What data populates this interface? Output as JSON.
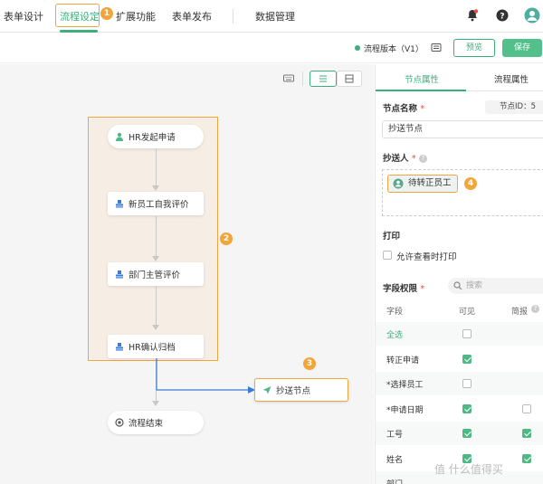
{
  "nav": {
    "tabs": [
      "表单设计",
      "流程设定",
      "扩展功能",
      "表单发布",
      "数据管理"
    ],
    "active_index": 1,
    "badge1": "1"
  },
  "toolbar": {
    "version": "流程版本（V1）",
    "preview": "预览",
    "save": "保存"
  },
  "flow": {
    "nodes": [
      "HR发起申请",
      "新员工自我评价",
      "部门主管评价",
      "HR确认归档"
    ],
    "cc_node": "抄送节点",
    "end_node": "流程结束",
    "badge2": "2",
    "badge3": "3"
  },
  "panel": {
    "tabs": [
      "节点属性",
      "流程属性"
    ],
    "node_name_label": "节点名称",
    "required_mark": "*",
    "node_id": "节点ID：5",
    "node_name_value": "抄送节点",
    "recipients_label": "抄送人",
    "help": "?",
    "recipient": "待转正员工",
    "badge4": "4",
    "print_label": "打印",
    "allow_print": "允许查看时打印",
    "field_perm_label": "字段权限",
    "search_placeholder": "搜索",
    "col_field": "字段",
    "col_visible": "可见",
    "col_brief": "简报",
    "fields": [
      {
        "name": "全选",
        "visible": false,
        "brief": null,
        "highlight": true
      },
      {
        "name": "转正申请",
        "visible": true,
        "brief": null,
        "highlight": false
      },
      {
        "name": "*选择员工",
        "visible": false,
        "brief": null,
        "highlight": false
      },
      {
        "name": "*申请日期",
        "visible": true,
        "brief": false,
        "highlight": false
      },
      {
        "name": "工号",
        "visible": true,
        "brief": true,
        "highlight": false
      },
      {
        "name": "姓名",
        "visible": true,
        "brief": true,
        "highlight": false
      },
      {
        "name": "部门",
        "visible": null,
        "brief": null,
        "highlight": false
      }
    ]
  },
  "watermark": "值 什么值得买",
  "colors": {
    "accent": "#3bb07a",
    "highlight": "#f2a53b",
    "link_blue": "#3a7bd5"
  }
}
